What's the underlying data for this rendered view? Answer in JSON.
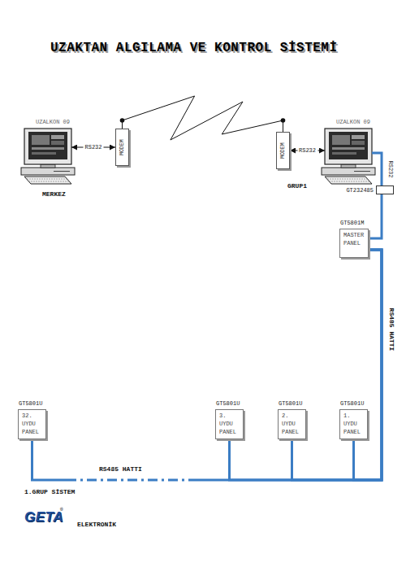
{
  "diagram": {
    "title": "UZAKTAN ALGILAMA VE KONTROL SİSTEMİ",
    "nodes": [
      {
        "text": [
          "UZALKON 09"
        ]
      },
      {
        "text": [
          "MODEM"
        ]
      },
      {
        "text": [
          "MODEM"
        ]
      },
      {
        "text": [
          "UZALKON 09"
        ]
      },
      {
        "text": [
          "GT232485"
        ]
      },
      {
        "text": [
          "GT5801M",
          "MASTER PANEL"
        ]
      },
      {
        "text": [
          "GT5801U",
          "32. UYDU PANEL"
        ]
      },
      {
        "text": [
          "GT5801U",
          "3. UYDU PANEL"
        ]
      },
      {
        "text": [
          "GT5801U",
          "2. UYDU PANEL"
        ]
      },
      {
        "text": [
          "GT5801U",
          "1. UYDU PANEL"
        ]
      }
    ],
    "edges": [
      {
        "from": 0,
        "to": 1,
        "label": "RS232",
        "arrow": "both"
      },
      {
        "from": 1,
        "to": 2,
        "arrow": "none"
      },
      {
        "from": 2,
        "to": 3,
        "label": "RS232",
        "arrow": "both"
      },
      {
        "from": 3,
        "to": 4,
        "label": "RS232",
        "arrow": "none"
      },
      {
        "from": 4,
        "to": 5,
        "arrow": "none"
      },
      {
        "from": 5,
        "to": 9,
        "arrow": "none"
      },
      {
        "from": 5,
        "to": 8,
        "arrow": "none"
      },
      {
        "from": 5,
        "to": 7,
        "arrow": "none"
      },
      {
        "from": 5,
        "to": 6,
        "arrow": "none"
      }
    ],
    "labels": [
      "MERKEZ",
      "GRUP1",
      "RS485 HATTI",
      "RS485 HATTI",
      "1.GRUP SİSTEM",
      "GETA",
      "®",
      "ELEKTRONİK"
    ]
  }
}
